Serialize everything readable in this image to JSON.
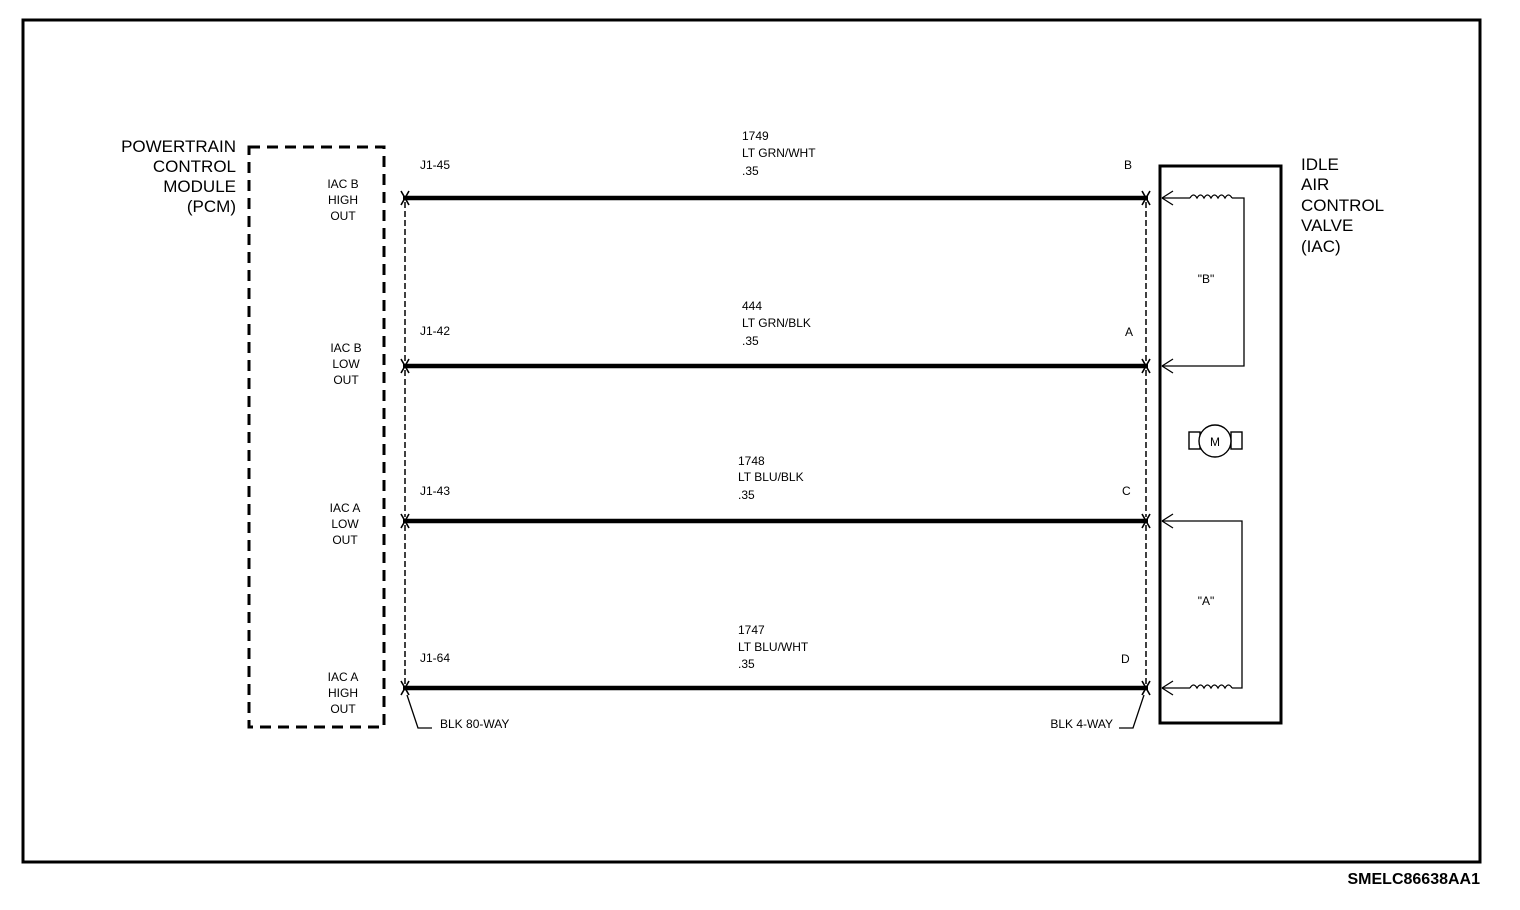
{
  "pcm": {
    "title_lines": [
      "POWERTRAIN",
      "CONTROL",
      "MODULE",
      "(PCM)"
    ],
    "pins": [
      {
        "lines": [
          "IAC B",
          "HIGH",
          "OUT"
        ]
      },
      {
        "lines": [
          "IAC B",
          "LOW",
          "OUT"
        ]
      },
      {
        "lines": [
          "IAC A",
          "LOW",
          "OUT"
        ]
      },
      {
        "lines": [
          "IAC A",
          "HIGH",
          "OUT"
        ]
      }
    ]
  },
  "iac": {
    "title_lines": [
      "IDLE",
      "AIR",
      "CONTROL",
      "VALVE",
      "(IAC)"
    ],
    "coil_b_label": "\"B\"",
    "coil_a_label": "\"A\"",
    "motor_label": "M"
  },
  "wires": [
    {
      "pcm_pin": "J1-45",
      "circuit": "1749",
      "color": "LT GRN/WHT",
      "gauge": ".35",
      "iac_pin": "B"
    },
    {
      "pcm_pin": "J1-42",
      "circuit": "444",
      "color": "LT GRN/BLK",
      "gauge": ".35",
      "iac_pin": "A"
    },
    {
      "pcm_pin": "J1-43",
      "circuit": "1748",
      "color": "LT BLU/BLK",
      "gauge": ".35",
      "iac_pin": "C"
    },
    {
      "pcm_pin": "J1-64",
      "circuit": "1747",
      "color": "LT BLU/WHT",
      "gauge": ".35",
      "iac_pin": "D"
    }
  ],
  "connectors": {
    "pcm_connector": "BLK 80-WAY",
    "iac_connector": "BLK 4-WAY"
  },
  "figure_code": "SMELC86638AA1"
}
